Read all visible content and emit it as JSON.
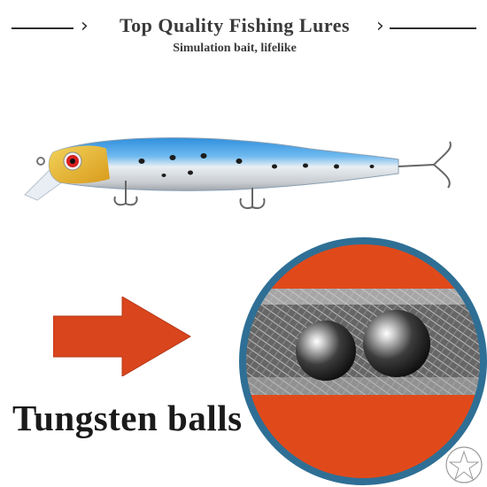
{
  "header": {
    "title": "Top Quality Fishing Lures",
    "subtitle": "Simulation bait, lifelike",
    "left_chevron": "›",
    "right_chevron": "›"
  },
  "caption": "Tungsten balls",
  "colors": {
    "arrow": "#d9451c",
    "ring_border": "#2f6f95",
    "band": "#e04a1b",
    "lure_back": "#3aa3e8"
  },
  "icons": [
    "chevron-right-icon",
    "arrow-right-icon",
    "watermark-logo"
  ]
}
